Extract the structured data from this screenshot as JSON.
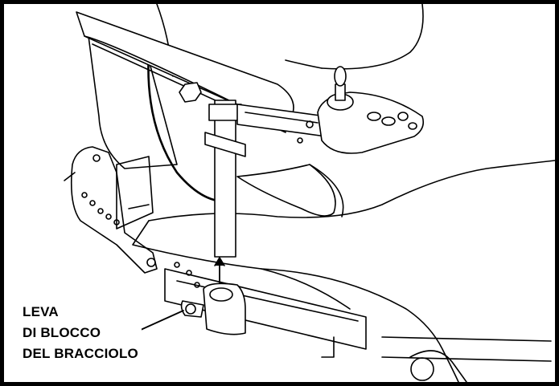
{
  "callout": {
    "line1": "LEVA",
    "line2": "DI BLOCCO",
    "line3": "DEL BRACCIOLO"
  },
  "icons": [
    "armrest-lock-lever",
    "height-adjust-arrow",
    "joystick-controller",
    "armrest-pad"
  ],
  "colors": {
    "line": "#000000",
    "background": "#ffffff"
  }
}
